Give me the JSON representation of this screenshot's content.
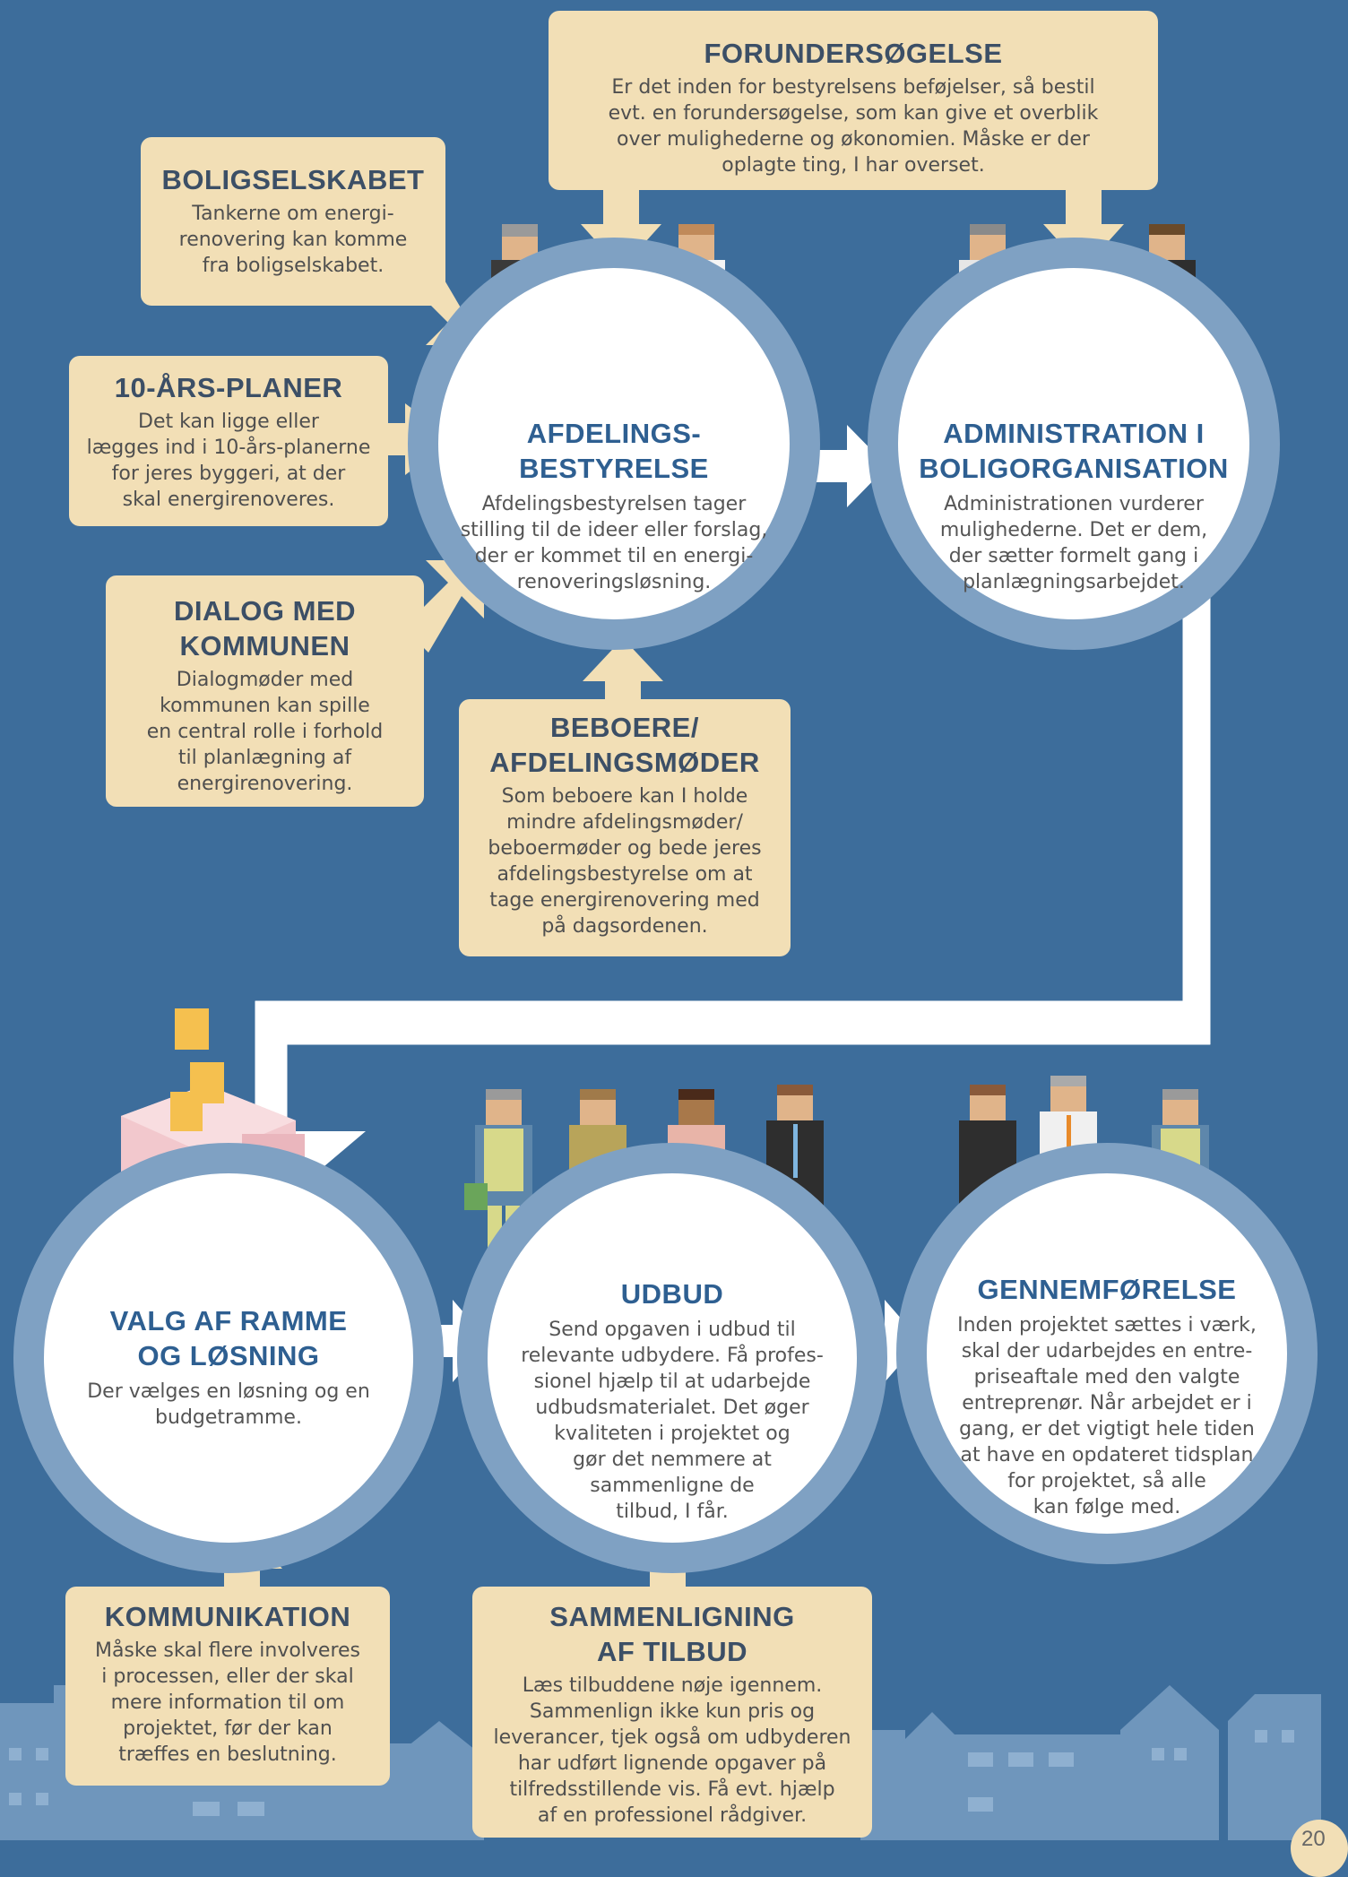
{
  "colors": {
    "background": "#3d6d9b",
    "circle_fill": "#ffffff",
    "circle_ring": "#7fa1c3",
    "box_fill": "#f2dfb6",
    "circle_title": "#2e5f91",
    "box_title": "#3c4f66",
    "arrow": "#ffffff",
    "building": "#6f96bc"
  },
  "stages": {
    "afdelingsbestyrelse": {
      "title": [
        "AFDELINGS-",
        "BESTYRELSE"
      ],
      "text": [
        "Afdelingsbestyrelsen tager",
        "stilling til de ideer eller forslag,",
        "der er kommet til en energi-",
        "renoveringsløsning."
      ]
    },
    "administration": {
      "title": [
        "ADMINISTRATION I",
        "BOLIGORGANISATION"
      ],
      "text": [
        "Administrationen vurderer",
        "mulighederne. Det er dem,",
        "der sætter formelt gang i",
        "planlægningsarbejdet."
      ]
    },
    "valg": {
      "title": [
        "VALG AF RAMME",
        "OG LØSNING"
      ],
      "text": [
        "Der vælges en løsning og en",
        "budgetramme."
      ]
    },
    "udbud": {
      "title": [
        "UDBUD"
      ],
      "text": [
        "Send opgaven i udbud til",
        "relevante udbydere. Få profes-",
        "sionel hjælp til at udarbejde",
        "udbudsmaterialet. Det øger",
        "kvaliteten i projektet og",
        "gør det nemmere at",
        "sammenligne de",
        "tilbud, I får."
      ]
    },
    "gennemforelse": {
      "title": [
        "GENNEMFØRELSE"
      ],
      "text": [
        "Inden projektet sættes i værk,",
        "skal der udarbejdes en entre-",
        "priseaftale med den valgte",
        "entreprenør. Når arbejdet er i",
        "gang, er det vigtigt hele tiden",
        "at have en opdateret tidsplan",
        "for projektet, så alle",
        "kan følge med."
      ]
    }
  },
  "inputs": {
    "forundersogelse": {
      "title": [
        "FORUNDERSØGELSE"
      ],
      "text": [
        "Er det inden for bestyrelsens beføjelser, så bestil",
        "evt. en forundersøgelse, som kan give et overblik",
        "over mulighederne og økonomien. Måske er der",
        "oplagte ting, I har overset."
      ]
    },
    "boligselskabet": {
      "title": [
        "BOLIGSELSKABET"
      ],
      "text": [
        "Tankerne om energi-",
        "renovering kan komme",
        "fra boligselskabet."
      ]
    },
    "tiaarsplaner": {
      "title": [
        "10-ÅRS-PLANER"
      ],
      "text": [
        "Det kan ligge eller",
        "lægges ind i 10-års-planerne",
        "for jeres byggeri, at der",
        "skal energirenoveres."
      ]
    },
    "dialog": {
      "title": [
        "DIALOG MED",
        "KOMMUNEN"
      ],
      "text": [
        "Dialogmøder med",
        "kommunen kan spille",
        "en central rolle i forhold",
        "til planlægning af",
        "energirenovering."
      ]
    },
    "beboere": {
      "title": [
        "BEBOERE/",
        "AFDELINGSMØDER"
      ],
      "text": [
        "Som beboere kan I holde",
        "mindre afdelingsmøder/",
        "beboermøder og bede jeres",
        "afdelingsbestyrelse om at",
        "tage energirenovering med",
        "på dagsordenen."
      ]
    },
    "kommunikation": {
      "title": [
        "KOMMUNIKATION"
      ],
      "text": [
        "Måske skal flere involveres",
        "i processen, eller der skal",
        "mere information til om",
        "projektet, før der kan",
        "træffes en beslutning."
      ]
    },
    "sammenligning": {
      "title": [
        "SAMMENLIGNING",
        "AF TILBUD"
      ],
      "text": [
        "Læs tilbuddene nøje igennem.",
        "Sammenlign ikke kun pris og",
        "leverancer, tjek også om udbyderen",
        "har udført lignende opgaver på",
        "tilfredsstillende vis. Få evt. hjælp",
        "af en professionel rådgiver."
      ]
    }
  },
  "illustrations": {
    "people_icon": "person-icon",
    "piggy_icon": "piggy-bank-icon",
    "coin_icon": "coin-icon",
    "city_icon": "building-icon"
  },
  "page_number": "20"
}
